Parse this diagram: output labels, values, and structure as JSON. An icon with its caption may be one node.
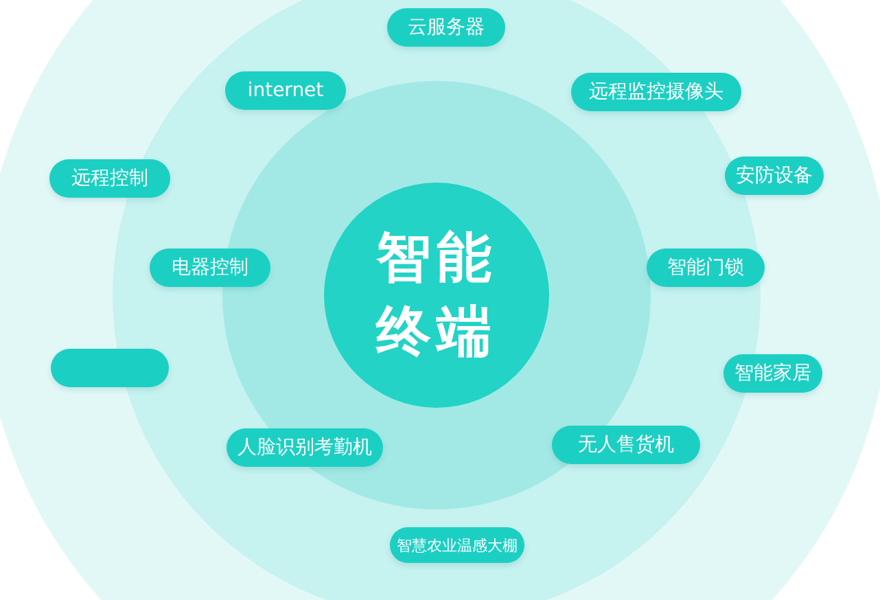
{
  "diagram": {
    "nodes": [
      {
        "text": [
          "智能终端"
        ]
      },
      {
        "text": [
          "云服务器"
        ]
      },
      {
        "text": [
          "internet"
        ]
      },
      {
        "text": [
          "远程监控摄像头"
        ]
      },
      {
        "text": [
          "远程控制"
        ]
      },
      {
        "text": [
          "安防设备"
        ]
      },
      {
        "text": [
          "电器控制"
        ]
      },
      {
        "text": [
          "智能门锁"
        ]
      },
      {
        "text": [],
        "shape": "box"
      },
      {
        "text": [
          "智能家居"
        ]
      },
      {
        "text": [
          "人脸识别考勤机"
        ]
      },
      {
        "text": [
          "无人售货机"
        ]
      },
      {
        "text": [
          "智慧农业温感大棚"
        ]
      }
    ]
  }
}
